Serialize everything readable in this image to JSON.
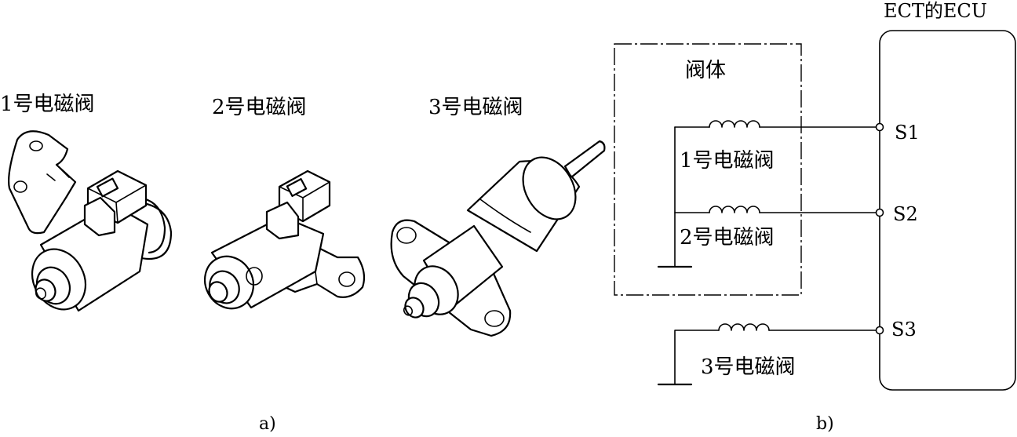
{
  "panel_a": {
    "caption": "a)",
    "valve1_label": "1号电磁阀",
    "valve2_label": "2号电磁阀",
    "valve3_label": "3号电磁阀"
  },
  "panel_b": {
    "caption": "b)",
    "ecu_title": "ECT的ECU",
    "valve_body_label": "阀体",
    "coil1_label": "1号电磁阀",
    "coil2_label": "2号电磁阀",
    "coil3_label": "3号电磁阀",
    "terminal_s1": "S1",
    "terminal_s2": "S2",
    "terminal_s3": "S3"
  }
}
